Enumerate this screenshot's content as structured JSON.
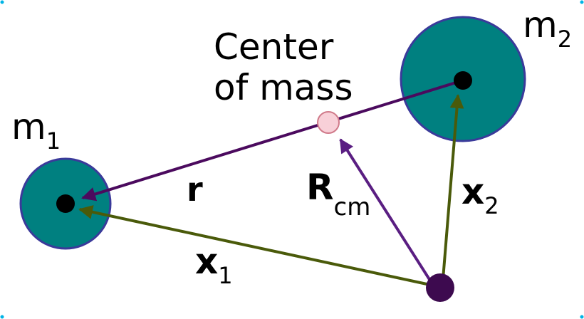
{
  "labels": {
    "center_of_mass_line1": "Center",
    "center_of_mass_line2": "of mass",
    "m1": "m",
    "m1_sub": "1",
    "m2": "m",
    "m2_sub": "2",
    "r": "r",
    "rcm": "R",
    "rcm_sub": "cm",
    "x1": "x",
    "x1_sub": "1",
    "x2": "x",
    "x2_sub": "2"
  },
  "colors": {
    "mass_fill": "#008080",
    "mass_edge": "#3a3a9a",
    "dot": "#000000",
    "origin": "#3d0a4f",
    "vector_r": "#4b0a5e",
    "vector_rcm": "#5a1e82",
    "vector_x": "#4a5a0a",
    "com_fill": "#f8d0d8",
    "com_stroke": "#d07a8a",
    "frame_dots": "#00b4e6"
  }
}
